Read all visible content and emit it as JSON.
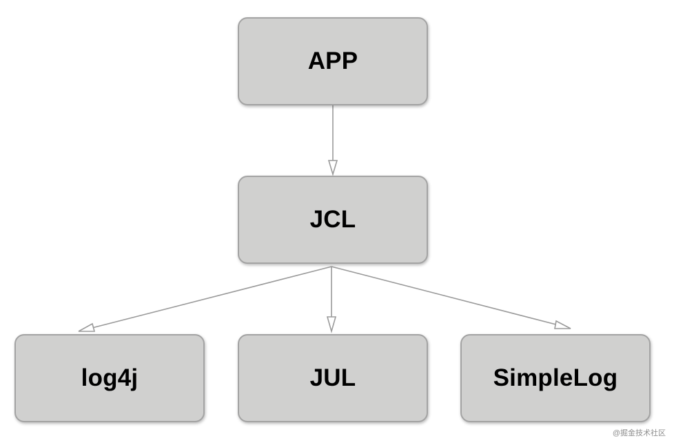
{
  "diagram": {
    "nodes": {
      "app": "APP",
      "jcl": "JCL",
      "log4j": "log4j",
      "jul": "JUL",
      "simplelog": "SimpleLog"
    },
    "edges": [
      {
        "from": "APP",
        "to": "JCL"
      },
      {
        "from": "JCL",
        "to": "log4j"
      },
      {
        "from": "JCL",
        "to": "JUL"
      },
      {
        "from": "JCL",
        "to": "SimpleLog"
      }
    ],
    "colors": {
      "node_fill": "#d0d0cf",
      "node_border": "#a3a3a3",
      "connector": "#9a9a9a",
      "text": "#000000"
    }
  },
  "watermark": "@掘金技术社区"
}
